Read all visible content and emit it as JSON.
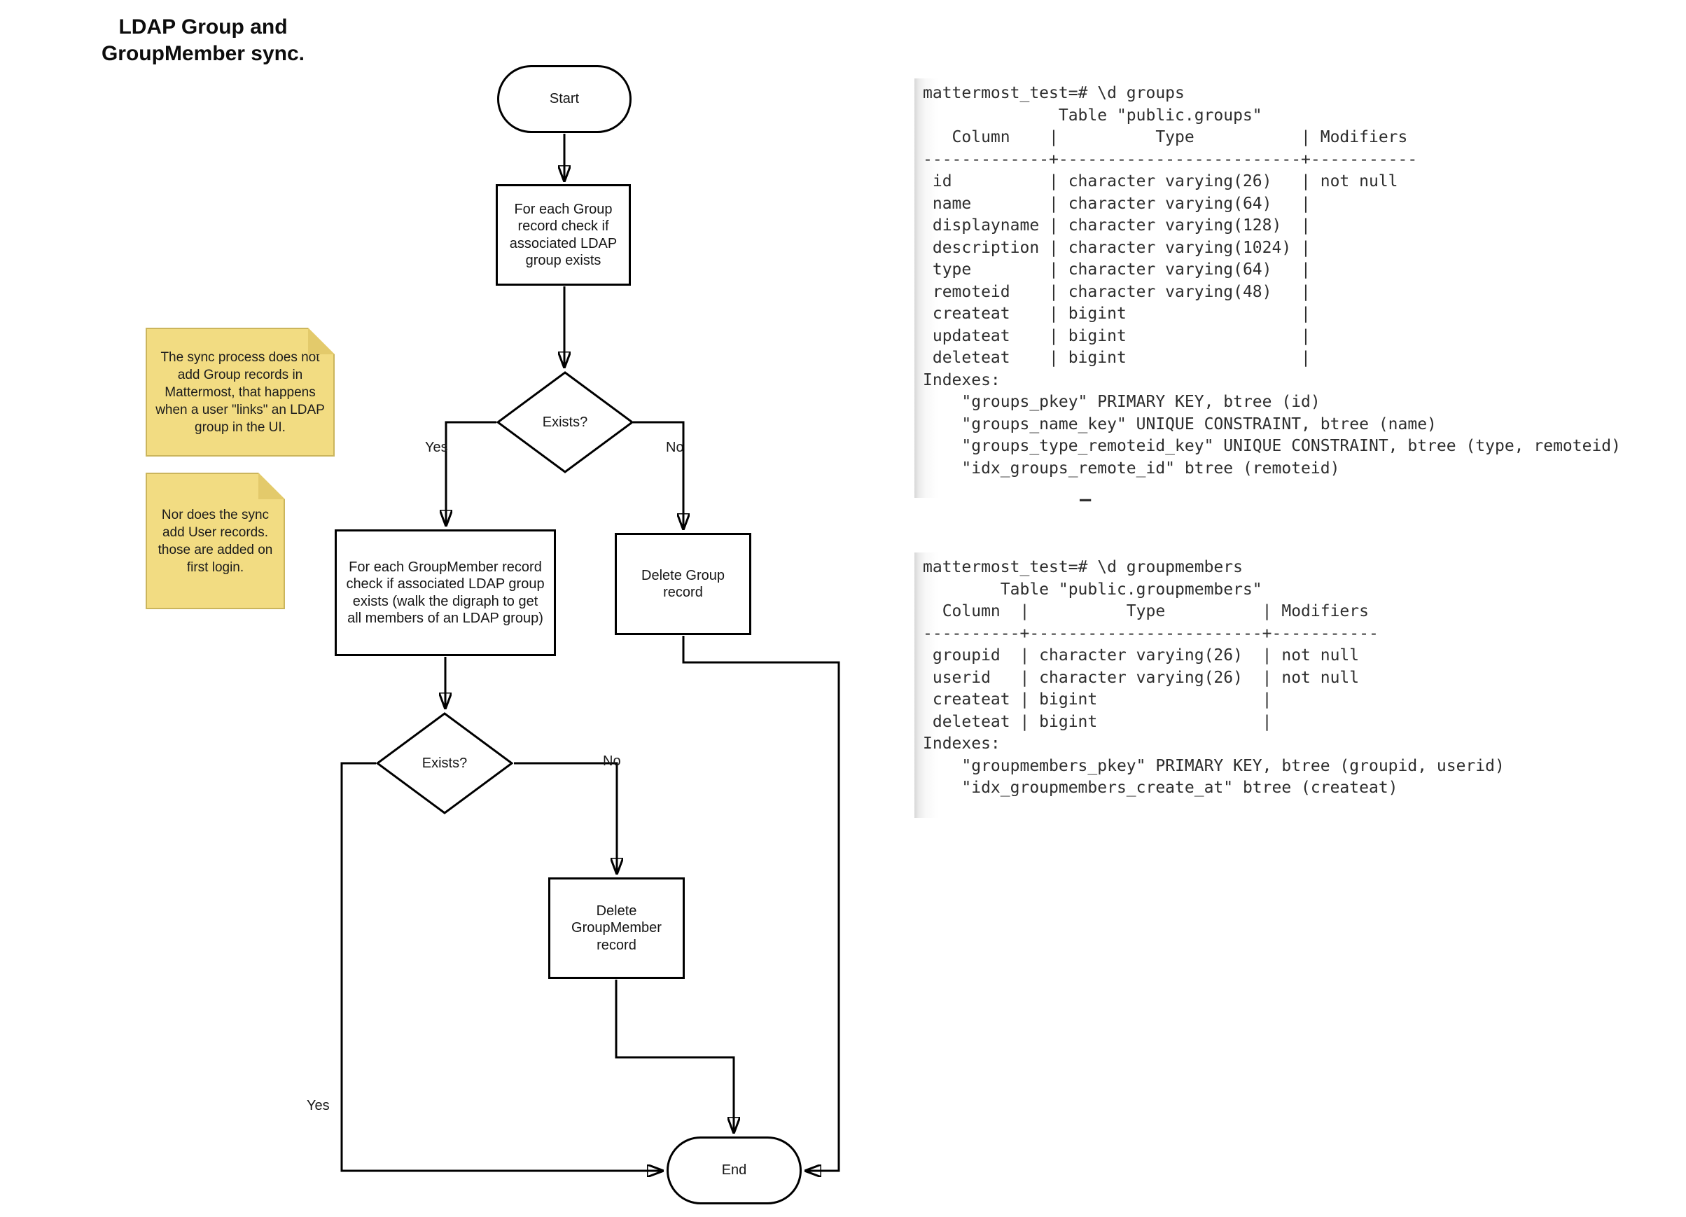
{
  "title": {
    "line1": "LDAP Group and",
    "line2": "GroupMember sync."
  },
  "flowchart": {
    "nodes": {
      "start": {
        "label": "Start",
        "type": "terminator"
      },
      "check_group": {
        "label": "For each Group record check if associated LDAP group exists",
        "type": "process"
      },
      "exists_group": {
        "label": "Exists?",
        "type": "decision"
      },
      "check_member": {
        "label": "For each GroupMember record check if associated LDAP group exists (walk the digraph to get all members of an LDAP group)",
        "type": "process"
      },
      "delete_group": {
        "label": "Delete Group record",
        "type": "process"
      },
      "exists_member": {
        "label": "Exists?",
        "type": "decision"
      },
      "delete_member": {
        "label": "Delete GroupMember record",
        "type": "process"
      },
      "end": {
        "label": "End",
        "type": "terminator"
      }
    },
    "edge_labels": {
      "exists_group_yes": "Yes",
      "exists_group_no": "No",
      "exists_member_yes": "Yes",
      "exists_member_no": "No"
    }
  },
  "notes": [
    {
      "text": "The sync process does not add Group records in Mattermost, that happens when a user \"links\" an LDAP group in the UI."
    },
    {
      "text": "Nor does the sync add User records. those are added on first login."
    }
  ],
  "terminals": [
    {
      "code": "mattermost_test=# \\d groups\n              Table \"public.groups\"\n   Column    |          Type           | Modifiers\n-------------+-------------------------+-----------\n id          | character varying(26)   | not null\n name        | character varying(64)   |\n displayname | character varying(128)  |\n description | character varying(1024) |\n type        | character varying(64)   |\n remoteid    | character varying(48)   |\n createat    | bigint                  |\n updateat    | bigint                  |\n deleteat    | bigint                  |\nIndexes:\n    \"groups_pkey\" PRIMARY KEY, btree (id)\n    \"groups_name_key\" UNIQUE CONSTRAINT, btree (name)\n    \"groups_type_remoteid_key\" UNIQUE CONSTRAINT, btree (type, remoteid)\n    \"idx_groups_remote_id\" btree (remoteid)"
    },
    {
      "code": "mattermost_test=# \\d groupmembers\n        Table \"public.groupmembers\"\n  Column  |          Type          | Modifiers\n----------+------------------------+-----------\n groupid  | character varying(26)  | not null\n userid   | character varying(26)  | not null\n createat | bigint                 |\n deleteat | bigint                 |\nIndexes:\n    \"groupmembers_pkey\" PRIMARY KEY, btree (groupid, userid)\n    \"idx_groupmembers_create_at\" btree (createat)"
    }
  ],
  "terminal_cursor": "–",
  "colors": {
    "background": "#FFFFFF",
    "flow_line": "#000000",
    "node_fill": "#FFFFFF",
    "note_fill": "#F2DC82",
    "note_fold": "#E3CA6B",
    "note_border": "#CBB55C",
    "terminal_text": "#2D2D2D",
    "terminal_edge_shadow": "#D8D8D8"
  }
}
